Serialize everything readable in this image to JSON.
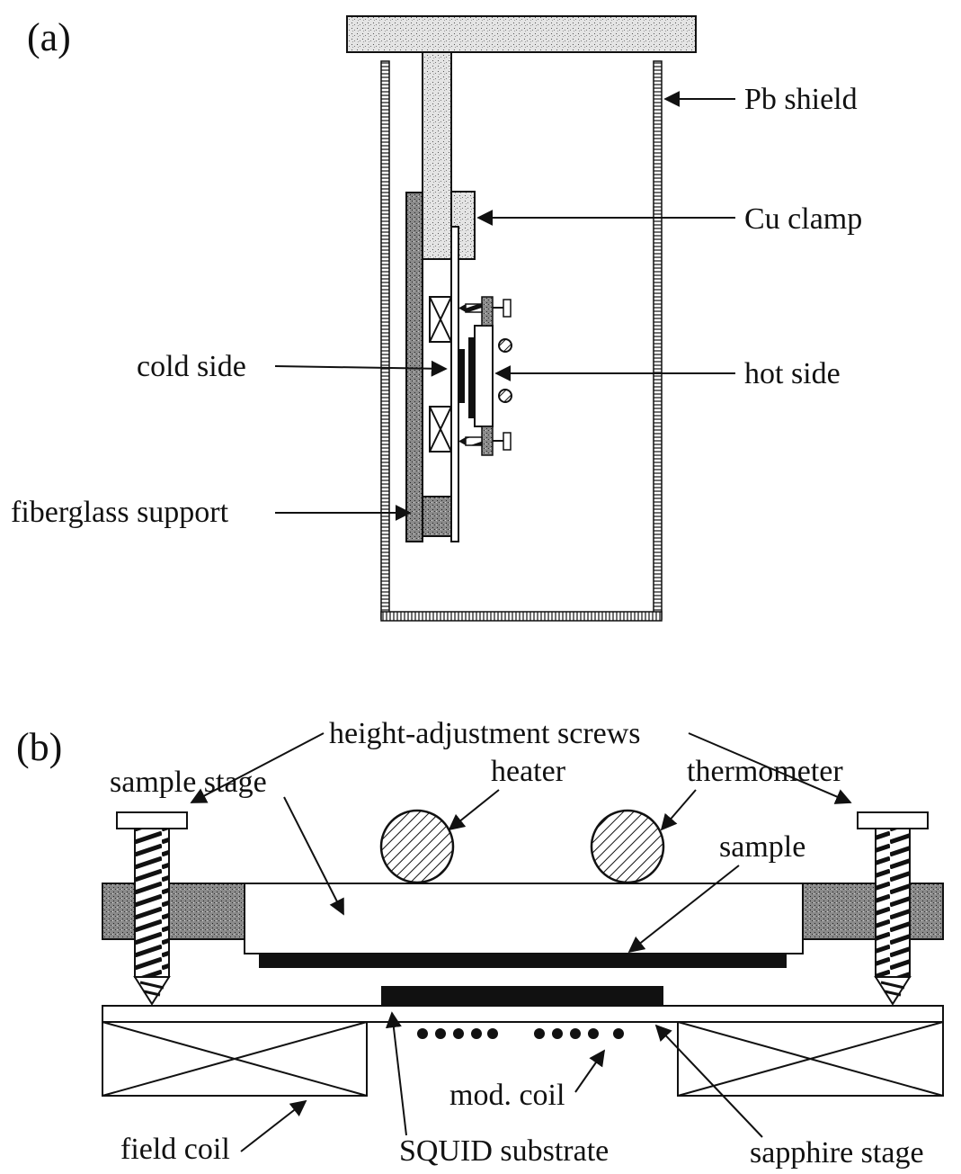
{
  "panel_a": {
    "letter": "(a)",
    "labels": {
      "pb_shield": "Pb shield",
      "cu_clamp": "Cu clamp",
      "cold_side": "cold side",
      "hot_side": "hot side",
      "fiberglass_support": "fiberglass support"
    }
  },
  "panel_b": {
    "letter": "(b)",
    "labels": {
      "height_adjustment_screws": "height-adjustment screws",
      "sample_stage": "sample stage",
      "heater": "heater",
      "thermometer": "thermometer",
      "sample": "sample",
      "mod_coil": "mod. coil",
      "field_coil": "field coil",
      "squid_substrate": "SQUID substrate",
      "sapphire_stage": "sapphire stage"
    }
  },
  "colors": {
    "ink": "#111111",
    "dark_fill": "#707070",
    "light_fill": "#c8c8c8"
  }
}
